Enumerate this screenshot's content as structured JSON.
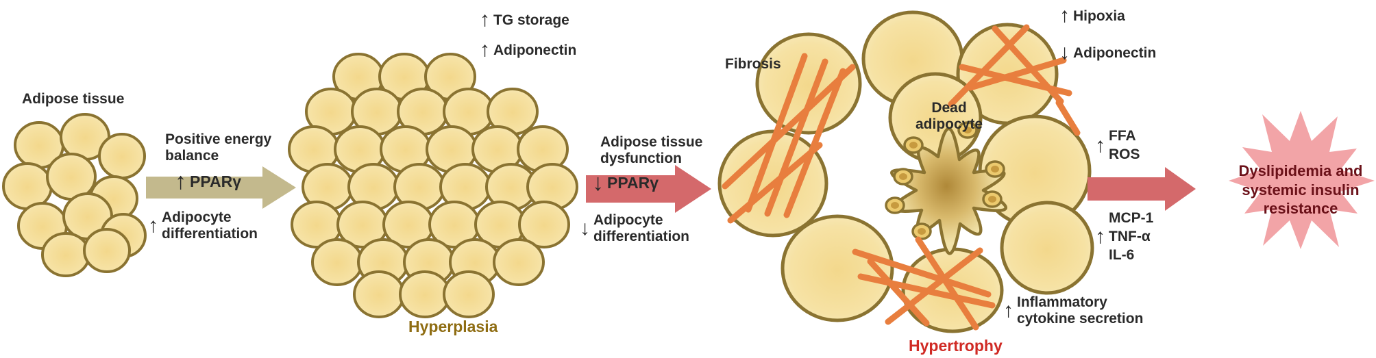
{
  "figure": {
    "stage1": {
      "label": "Adipose tissue"
    },
    "transition1": {
      "title": "Positive energy\nbalance",
      "arrow_marker": {
        "dir": "↑",
        "text": "PPARγ"
      },
      "below": {
        "dir": "↑",
        "text": "Adipocyte\ndifferentiation"
      }
    },
    "stage2": {
      "label": "Hyperplasia",
      "effects": [
        {
          "dir": "↑",
          "text": "TG storage"
        },
        {
          "dir": "↑",
          "text": "Adiponectin"
        }
      ]
    },
    "transition2": {
      "title": "Adipose tissue\ndysfunction",
      "arrow_marker": {
        "dir": "↓",
        "text": "PPARγ"
      },
      "below": {
        "dir": "↓",
        "text": "Adipocyte\ndifferentiation"
      }
    },
    "stage3": {
      "label": "Hypertrophy",
      "fibrosis_label": "Fibrosis",
      "dead_adipocyte_label": "Dead\nadipocyte",
      "effects_top": [
        {
          "dir": "↑",
          "text": "Hipoxia"
        },
        {
          "dir": "↓",
          "text": "Adiponectin"
        }
      ],
      "effect_ffa_ros": {
        "dir": "↑",
        "text": "FFA\nROS"
      },
      "effect_cytokine_list": {
        "dir": "↑",
        "text": "MCP-1\nTNF-α\nIL-6"
      },
      "effect_inflammatory": {
        "dir": "↑",
        "text": "Inflammatory\ncytokine secretion"
      }
    },
    "outcome": {
      "text": "Dyslipidemia and\nsystemic insulin\nresistance"
    }
  },
  "colors": {
    "text": "#2a2a2a",
    "cell_border": "#8a7331",
    "cell_fill_inner": "#f3d88c",
    "cell_fill_mid": "#f6e2a4",
    "cell_fill_outer": "#f9ecc2",
    "arrow_positive": "#c3b98d",
    "arrow_negative": "#d4696b",
    "fibrosis": "#e87e3e",
    "hyperplasia_label": "#8f6d13",
    "hypertrophy_label": "#d02a24",
    "starburst_fill": "#f2a4a7",
    "outcome_text": "#6b1119",
    "splat_center": "#af8838",
    "splat_mid": "#d8b96c",
    "splat_outer": "#f2e3aa",
    "macrophage_fill": "#ecca6e",
    "macrophage_dot": "#c79a3f"
  }
}
